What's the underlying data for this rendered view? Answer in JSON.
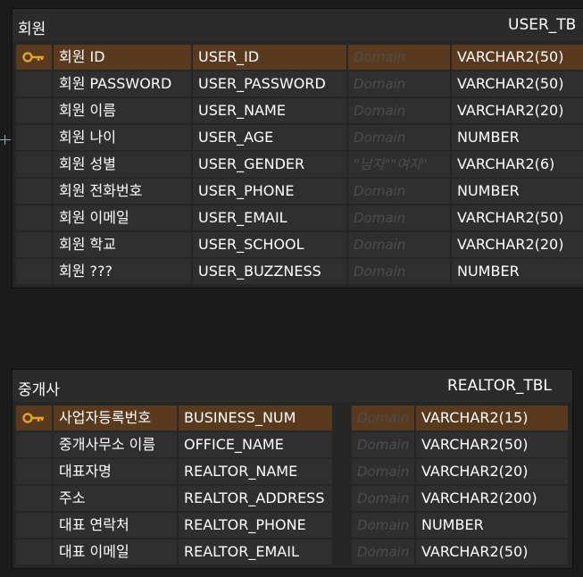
{
  "entities": [
    {
      "name": "회원",
      "table": "USER_TB",
      "attributes": [
        {
          "label": "회원 ID",
          "column": "USER_ID",
          "domain": "Domain",
          "type": "VARCHAR2(50)",
          "pk": true
        },
        {
          "label": "회원 PASSWORD",
          "column": "USER_PASSWORD",
          "domain": "Domain",
          "type": "VARCHAR2(50)",
          "pk": false
        },
        {
          "label": "회원 이름",
          "column": "USER_NAME",
          "domain": "Domain",
          "type": "VARCHAR2(20)",
          "pk": false
        },
        {
          "label": "회원 나이",
          "column": "USER_AGE",
          "domain": "Domain",
          "type": "NUMBER",
          "pk": false
        },
        {
          "label": "회원 성별",
          "column": "USER_GENDER",
          "domain": "\"남자\"\"여자\"",
          "type": "VARCHAR2(6)",
          "pk": false
        },
        {
          "label": "회원 전화번호",
          "column": "USER_PHONE",
          "domain": "Domain",
          "type": "NUMBER",
          "pk": false
        },
        {
          "label": "회원 이메일",
          "column": "USER_EMAIL",
          "domain": "Domain",
          "type": "VARCHAR2(50)",
          "pk": false
        },
        {
          "label": "회원 학교",
          "column": "USER_SCHOOL",
          "domain": "Domain",
          "type": "VARCHAR2(20)",
          "pk": false
        },
        {
          "label": "회원 ???",
          "column": "USER_BUZZNESS",
          "domain": "Domain",
          "type": "NUMBER",
          "pk": false
        }
      ]
    },
    {
      "name": "중개사",
      "table": "REALTOR_TBL",
      "attributes": [
        {
          "label": "사업자등록번호",
          "column": "BUSINESS_NUM",
          "domain": "Domain",
          "type": "VARCHAR2(15)",
          "pk": true
        },
        {
          "label": "중개사무소 이름",
          "column": "OFFICE_NAME",
          "domain": "Domain",
          "type": "VARCHAR2(50)",
          "pk": false
        },
        {
          "label": "대표자명",
          "column": "REALTOR_NAME",
          "domain": "Domain",
          "type": "VARCHAR2(20)",
          "pk": false
        },
        {
          "label": "주소",
          "column": "REALTOR_ADDRESS",
          "domain": "Domain",
          "type": "VARCHAR2(200)",
          "pk": false
        },
        {
          "label": "대표 연락처",
          "column": "REALTOR_PHONE",
          "domain": "Domain",
          "type": "NUMBER",
          "pk": false
        },
        {
          "label": "대표 이메일",
          "column": "REALTOR_EMAIL",
          "domain": "Domain",
          "type": "VARCHAR2(50)",
          "pk": false
        }
      ]
    }
  ],
  "colors": {
    "background": "#1b1b1b",
    "pk_row": "#5a3a1e",
    "cell": "#2f2f2f",
    "key_icon": "#e0a526",
    "connector": "#7fb3c6"
  }
}
